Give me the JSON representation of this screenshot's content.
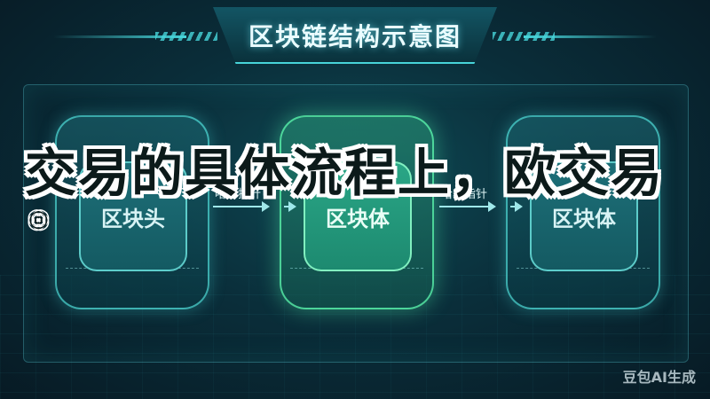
{
  "title": "区块链结构示意图",
  "blocks": [
    {
      "label": "区块头"
    },
    {
      "label": "区块体"
    },
    {
      "label": "区块体"
    }
  ],
  "arrows": [
    {
      "label": "哈希指针"
    },
    {
      "label": "哈希指针"
    }
  ],
  "overlay": {
    "text": "交易的具体流程上，欧交易",
    "dot": "◎"
  },
  "watermark": "豆包AI生成",
  "colors": {
    "accent": "#47d4d9",
    "highlight_block": "#2aa686",
    "block": "#1d6f78"
  }
}
